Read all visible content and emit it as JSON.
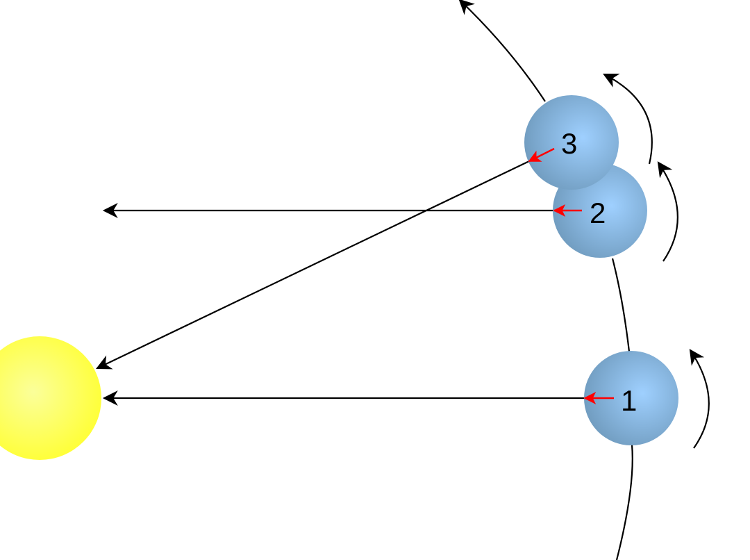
{
  "diagram": {
    "planets": [
      {
        "label": "1"
      },
      {
        "label": "2"
      },
      {
        "label": "3"
      }
    ]
  },
  "colors": {
    "background": "#ffffff",
    "sun_center": "#fbff9a",
    "sun_edge": "#ffff33",
    "planet_center": "#9fd0ff",
    "planet_edge": "#6c97b9",
    "line": "#000000",
    "marker": "#ff0000"
  }
}
